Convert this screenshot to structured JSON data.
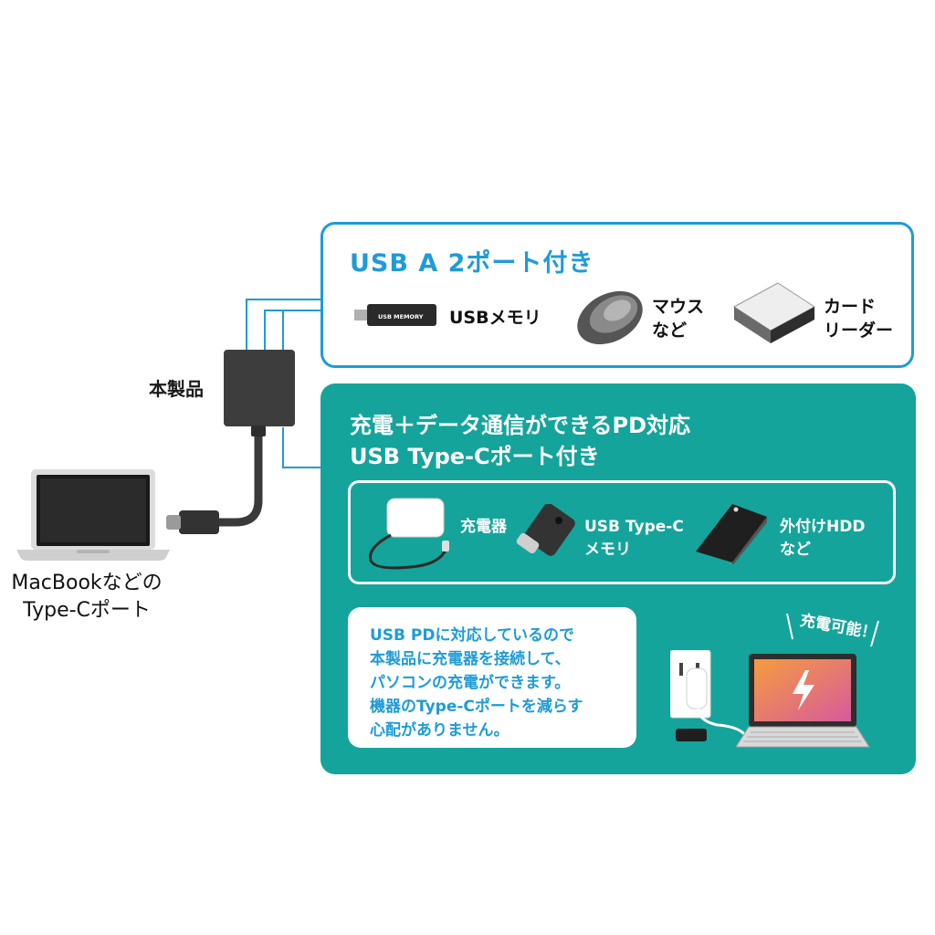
{
  "hub_label": "本製品",
  "mac_label_line1": "MacBookなどの",
  "mac_label_line2": "Type-Cポート",
  "usb_a": {
    "title": "USB A  2ポート付き",
    "devices": [
      {
        "label_line1": "USBメモリ",
        "label_line2": "",
        "icon": "usb-memory-icon",
        "device_print": "USB MEMORY"
      },
      {
        "label_line1": "マウス",
        "label_line2": "など",
        "icon": "mouse-icon"
      },
      {
        "label_line1": "カード",
        "label_line2": "リーダー",
        "icon": "card-reader-icon"
      }
    ]
  },
  "pd": {
    "title_line1": "充電＋データ通信ができるPD対応",
    "title_line2": "USB Type-Cポート付き",
    "devices": [
      {
        "label_line1": "充電器",
        "label_line2": "",
        "icon": "charger-icon"
      },
      {
        "label_line1": "USB Type-C",
        "label_line2": "メモリ",
        "icon": "type-c-memory-icon"
      },
      {
        "label_line1": "外付けHDD",
        "label_line2": "など",
        "icon": "external-hdd-icon"
      }
    ],
    "note_lines": [
      "USB PDに対応しているので",
      "本製品に充電器を接続して、",
      "パソコンの充電ができます。",
      "機器のType-Cポートを減らす",
      "心配がありません。"
    ],
    "charge_label": "充電可能！"
  },
  "colors": {
    "blue": "#1f9bd7",
    "teal": "#14a49b",
    "dark": "#333333"
  }
}
